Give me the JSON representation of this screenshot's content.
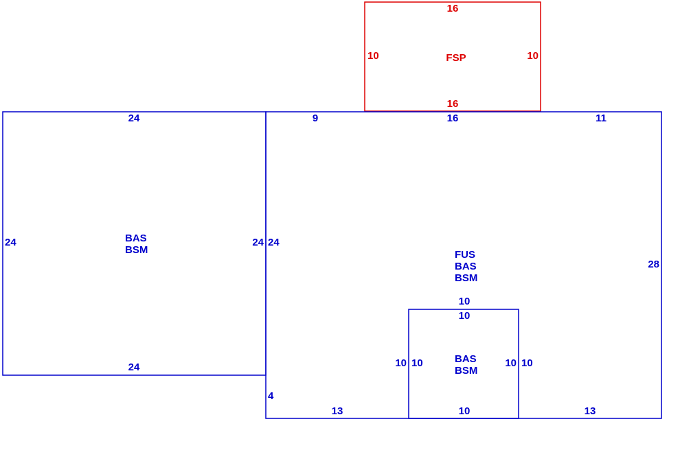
{
  "colors": {
    "main": "#0000cc",
    "porch": "#dd0000"
  },
  "areas": {
    "left": {
      "line1": "BAS",
      "line2": "BSM"
    },
    "main": {
      "line1": "FUS",
      "line2": "BAS",
      "line3": "BSM"
    },
    "bump": {
      "line1": "BAS",
      "line2": "BSM"
    },
    "porch": {
      "line1": "FSP"
    }
  },
  "dimensions": {
    "left_top": "24",
    "left_bottom": "24",
    "left_side": "24",
    "left_inner_side": "24",
    "main_inner_side": "24",
    "main_top_left": "9",
    "main_top_mid": "16",
    "main_top_right": "11",
    "main_right": "28",
    "main_notch": "4",
    "main_bottom_left": "13",
    "main_bottom_right": "13",
    "bump_top_outer": "10",
    "bump_top_inner": "10",
    "bump_left_outer": "10",
    "bump_left_inner": "10",
    "bump_right_inner": "10",
    "bump_right_outer": "10",
    "bump_bottom": "10",
    "porch_top": "16",
    "porch_bottom": "16",
    "porch_left": "10",
    "porch_right": "10"
  }
}
